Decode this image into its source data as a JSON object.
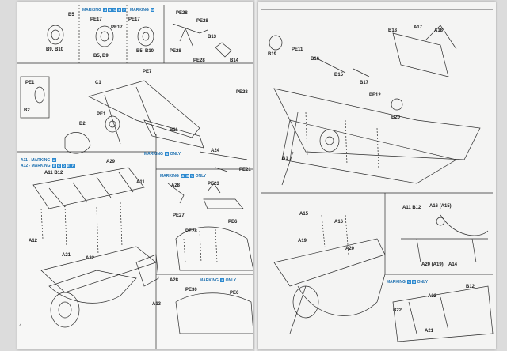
{
  "left": {
    "page_number": "4",
    "marking_top_1": "MARKING",
    "marking_top_1_letters": [
      "A",
      "B",
      "C",
      "E",
      "F"
    ],
    "marking_top_2": "MARKING",
    "marking_top_2_letters": [
      "D"
    ],
    "parts": {
      "b5": "B5",
      "pe17a": "PE17",
      "pe17b": "PE17",
      "pe17c": "PE17",
      "b9b10": "B9, B10",
      "b5b9": "B5, B9",
      "b5b10": "B5, B10",
      "pe28a": "PE28",
      "pe28b": "PE28",
      "pe28c": "PE28",
      "pe28d": "PE28",
      "pe28e": "PE28",
      "b13": "B13",
      "b14": "B14",
      "pe1": "PE1",
      "b2": "B2",
      "c1": "C1",
      "pe7": "PE7",
      "b2b": "B2",
      "pe1b": "PE1",
      "b11": "B11",
      "a24": "A24",
      "pe21": "PE21",
      "a29": "A29",
      "a11": "A11",
      "a11b12": "A11 B12",
      "a12": "A12",
      "a21": "A21",
      "a22": "A22",
      "a13": "A13",
      "a28": "A28",
      "pe23": "PE23",
      "pe27": "PE27",
      "pe6": "PE6",
      "pe28f": "PE28",
      "a28b": "A28",
      "pe30": "PE30",
      "pe6b": "PE6"
    },
    "marking_mid_a11": "A11 - MARKING",
    "marking_mid_a12": "A12 - MARKING",
    "marking_mid_a11_letters": [
      "A"
    ],
    "marking_mid_a12_letters": [
      "B",
      "C",
      "D",
      "E",
      "F"
    ],
    "marking_only_1": "MARKING",
    "marking_only_1_letters": [
      "A"
    ],
    "marking_only_1_suffix": "ONLY",
    "marking_only_2": "MARKING",
    "marking_only_2_letters": [
      "A",
      "B",
      "C"
    ],
    "marking_only_2_suffix": "ONLY",
    "marking_only_3": "MARKING",
    "marking_only_3_letters": [
      "F"
    ],
    "marking_only_3_suffix": "ONLY"
  },
  "right": {
    "parts": {
      "b19": "B19",
      "pe11": "PE11",
      "b18": "B18",
      "a17": "A17",
      "a18": "A18",
      "b16": "B16",
      "b15": "B15",
      "b17": "B17",
      "pe12": "PE12",
      "b20": "B20",
      "b1": "B1",
      "a15": "A15",
      "a16": "A16",
      "a19": "A19",
      "a20": "A20",
      "a11b12": "A11 B12",
      "a16a15": "A16 (A15)",
      "a20a19": "A20 (A19)",
      "a14": "A14",
      "b12": "B12",
      "a22": "A22",
      "b22": "B22",
      "a21": "A21"
    },
    "marking_bottom": "MARKING",
    "marking_bottom_letters": [
      "C",
      "D"
    ],
    "marking_bottom_suffix": "ONLY"
  },
  "colors": {
    "marking_blue": "#2d8ad0",
    "line": "#2b2b2b",
    "paper": "#f7f7f6"
  }
}
